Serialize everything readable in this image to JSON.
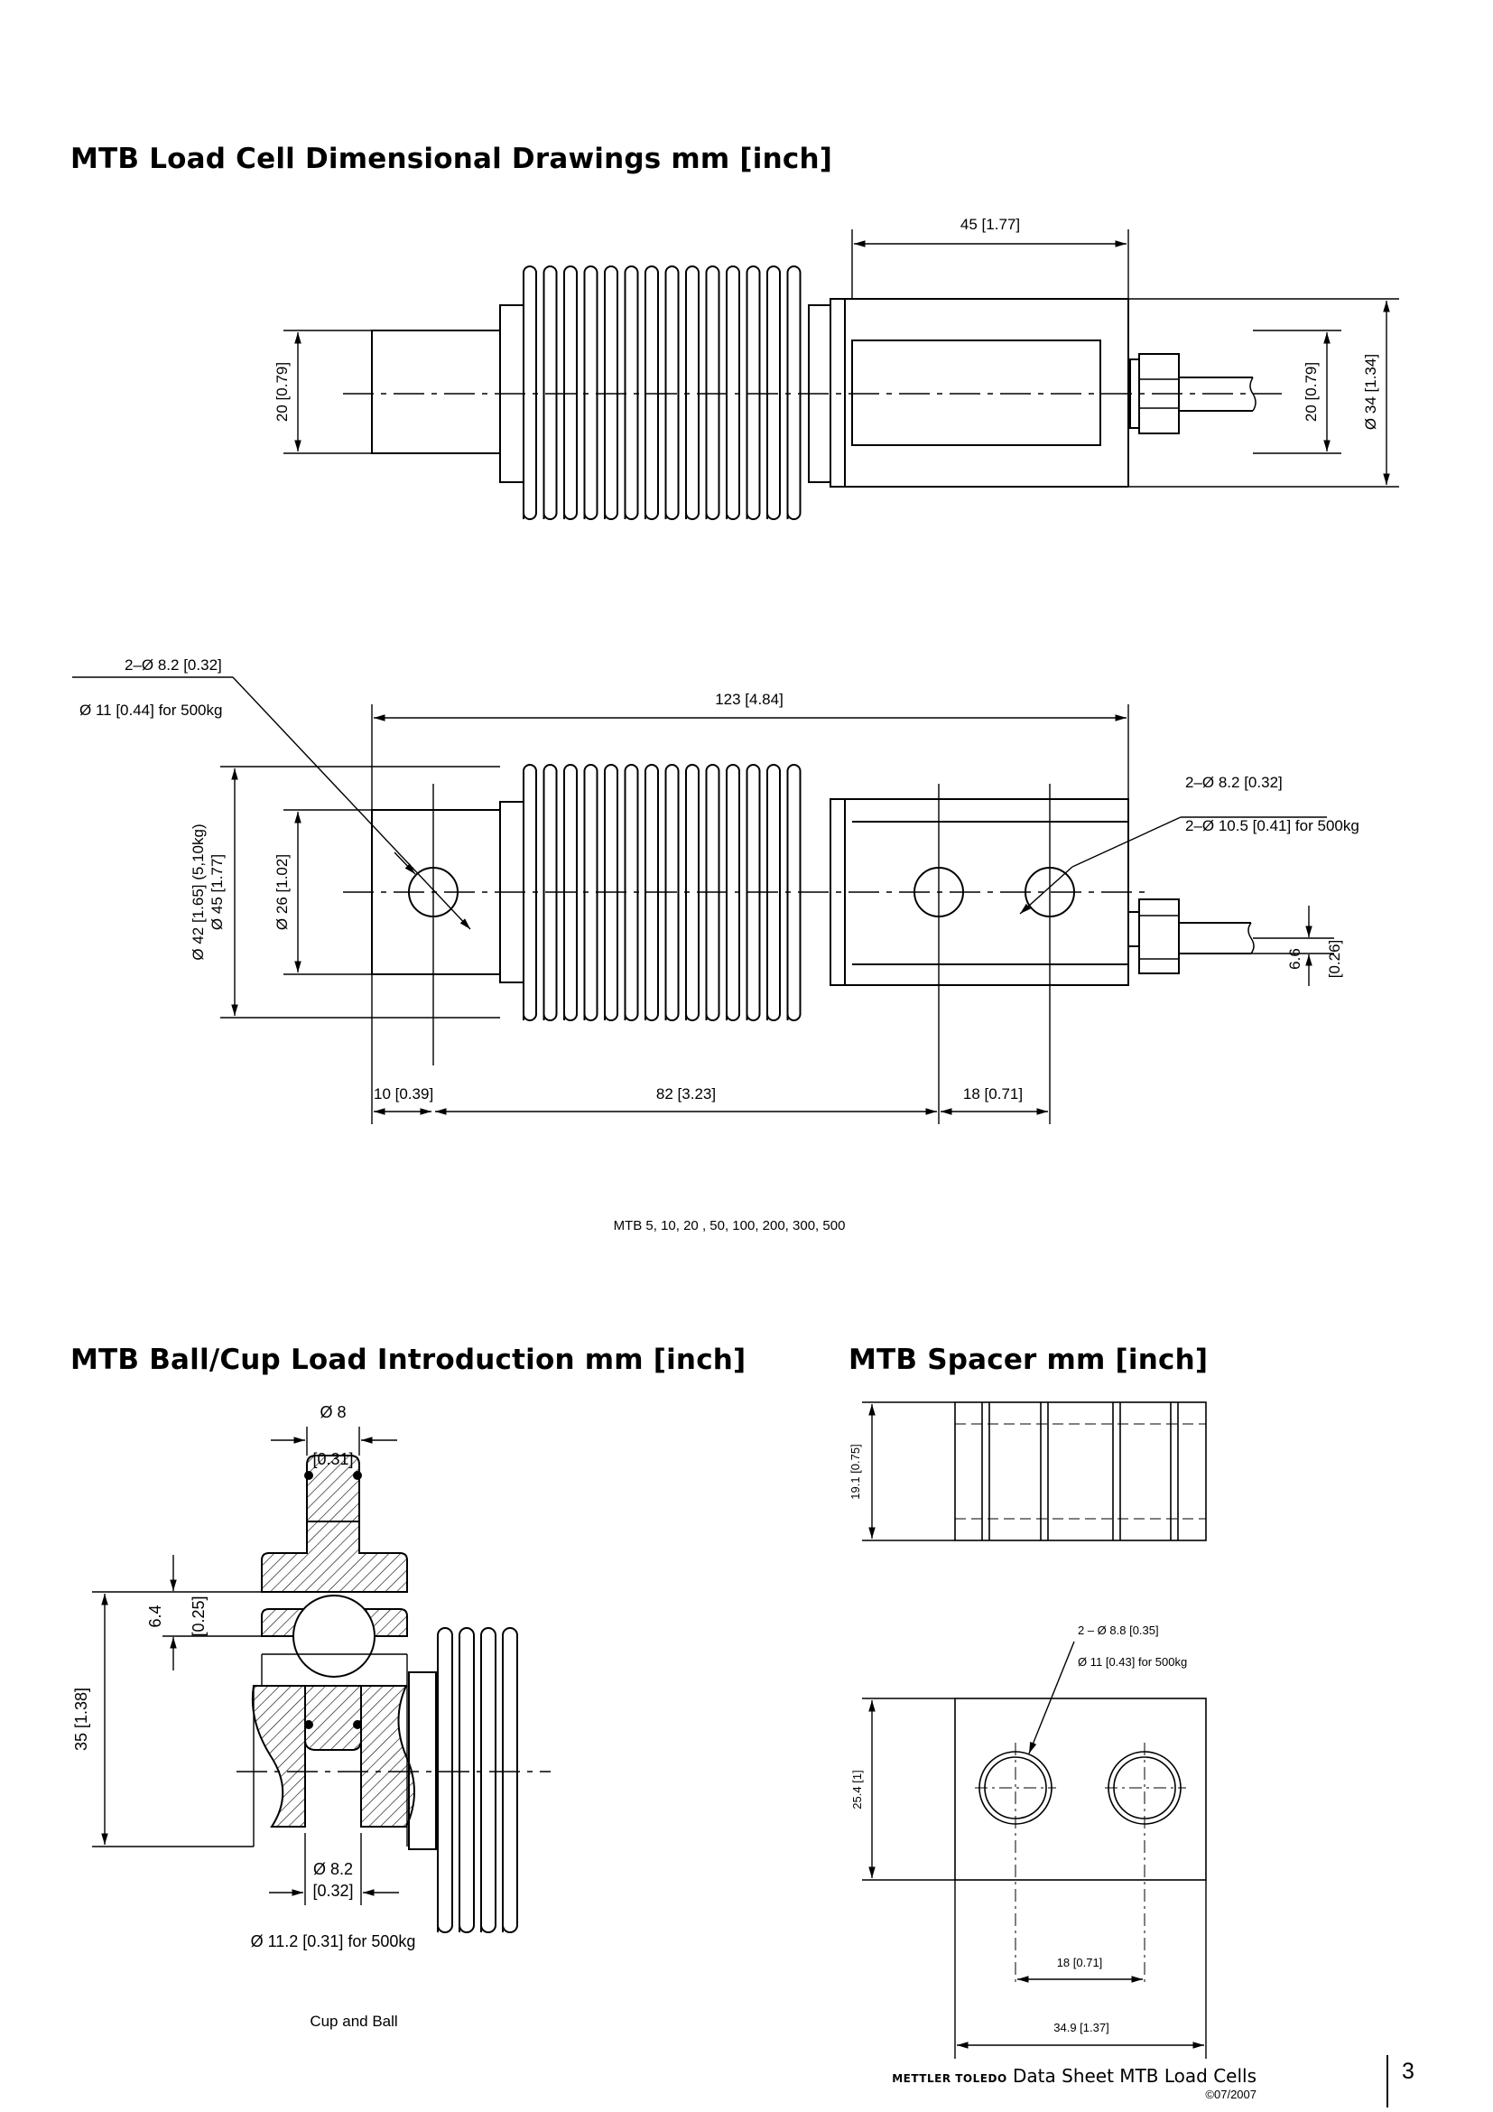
{
  "headings": {
    "dimensional": "MTB Load Cell Dimensional Drawings mm [inch]",
    "ball_cup": "MTB Ball/Cup Load Introduction mm [inch]",
    "spacer": "MTB Spacer mm [inch]"
  },
  "side_view": {
    "length_45": "45 [1.77]",
    "dia_20_left": "20 [0.79]",
    "dia_20_right": "20 [0.79]",
    "dia_34": "Ø 34 [1.34]"
  },
  "top_view": {
    "hole_left_1": "2–Ø 8.2 [0.32]",
    "hole_left_2": "Ø 11 [0.44] for 500kg",
    "length_123": "123 [4.84]",
    "hole_right_1": "2–Ø 8.2 [0.32]",
    "hole_right_2": "2–Ø 10.5 [0.41] for 500kg",
    "dia_42": "Ø 42 [1.65] (5,10kg)",
    "dia_45": "Ø 45 [1.77]",
    "dia_26": "Ø 26 [1.02]",
    "offset_6_6": "6.6",
    "offset_0_26": "[0.26]",
    "dim_10": "10 [0.39]",
    "dim_82": "82 [3.23]",
    "dim_18": "18 [0.71]",
    "models": "MTB 5, 10, 20 , 50, 100, 200, 300, 500"
  },
  "ball_cup": {
    "dia_8": "Ø 8",
    "dia_8_inch": "[0.31]",
    "h_6_4": "6.4",
    "h_0_25": "[0.25]",
    "h_35": "35 [1.38]",
    "dia_8_2": "Ø 8.2",
    "dia_8_2_inch": "[0.32]",
    "dia_11_2": "Ø 11.2 [0.31] for 500kg",
    "caption": "Cup and Ball"
  },
  "spacer": {
    "h_19_1": "19.1 [0.75]",
    "hole_1": "2 – Ø 8.8 [0.35]",
    "hole_2": "Ø 11 [0.43] for 500kg",
    "h_25_4": "25.4 [1]",
    "dim_18": "18 [0.71]",
    "dim_34_9": "34.9 [1.37]"
  },
  "footer": {
    "brand": "METTLER TOLEDO",
    "doc": "Data Sheet MTB Load Cells",
    "date": "©07/2007",
    "page": "3"
  }
}
